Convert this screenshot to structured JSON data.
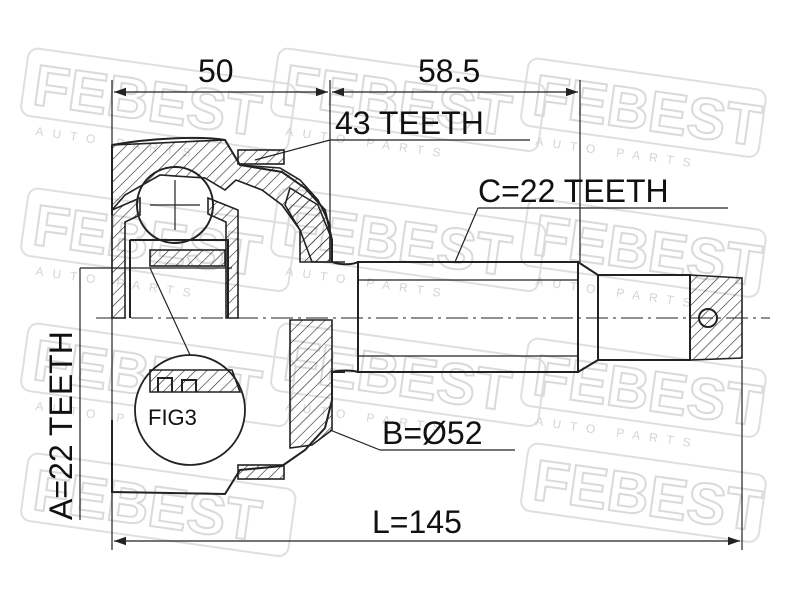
{
  "drawing": {
    "watermark": {
      "brand": "FEBEST",
      "tagline": "AUTO PARTS"
    },
    "dimensions": {
      "top_left": "50",
      "top_right": "58.5",
      "outer_teeth": "43 TEETH",
      "spline_c": "C=22 TEETH",
      "spline_a": "A=22 TEETH",
      "diameter_b": "B=Ø52",
      "length_l": "L=145"
    },
    "detail_label": "FIG3"
  }
}
